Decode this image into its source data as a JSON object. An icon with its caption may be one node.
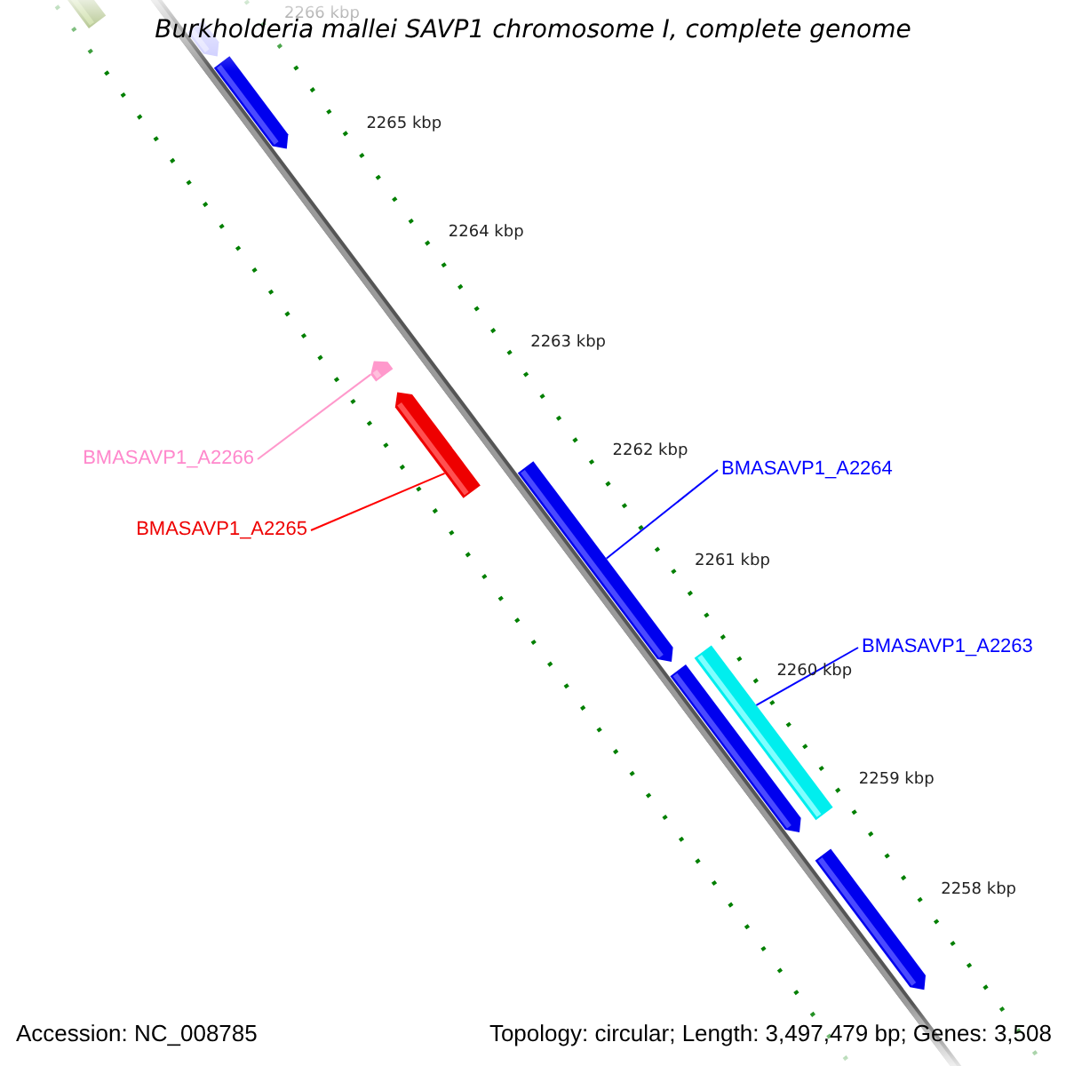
{
  "diagram": {
    "title": "Burkholderia mallei SAVP1 chromosome I, complete genome",
    "nodes": [
      {
        "text": [],
        "shape": "bar"
      },
      {
        "text": [],
        "shape": "bar"
      },
      {
        "text": [],
        "shape": "bar"
      },
      {
        "text": [],
        "shape": "bar"
      },
      {
        "text": [
          "BMASAVP1_A2266"
        ]
      },
      {
        "text": [],
        "shape": "bar"
      },
      {
        "text": [
          "BMASAVP1_A2264"
        ]
      },
      {
        "text": [
          "BMASAVP1_A2265"
        ]
      },
      {
        "text": [],
        "shape": "bar"
      },
      {
        "text": [
          "BMASAVP1_A2263"
        ]
      },
      {
        "text": [],
        "shape": "bar"
      },
      {
        "text": [],
        "shape": "bar"
      },
      {
        "text": [],
        "shape": "bar"
      }
    ],
    "edges": [
      {
        "from": 4,
        "to": 3,
        "arrow": "none",
        "color": "#ff99cc"
      },
      {
        "from": 7,
        "to": 5,
        "arrow": "none",
        "color": "#ff0000"
      },
      {
        "from": 6,
        "to": 8,
        "arrow": "none",
        "color": "#0000ff"
      },
      {
        "from": 9,
        "to": 10,
        "arrow": "none",
        "color": "#0000ff"
      }
    ],
    "labels": [
      "2266 kbp",
      "2265 kbp",
      "2264 kbp",
      "2263 kbp",
      "2262 kbp",
      "2261 kbp",
      "2260 kbp",
      "2259 kbp",
      "2258 kbp",
      "Accession: NC_008785",
      "Topology: circular; Length: 3,497,479 bp; Genes: 3,508"
    ]
  }
}
